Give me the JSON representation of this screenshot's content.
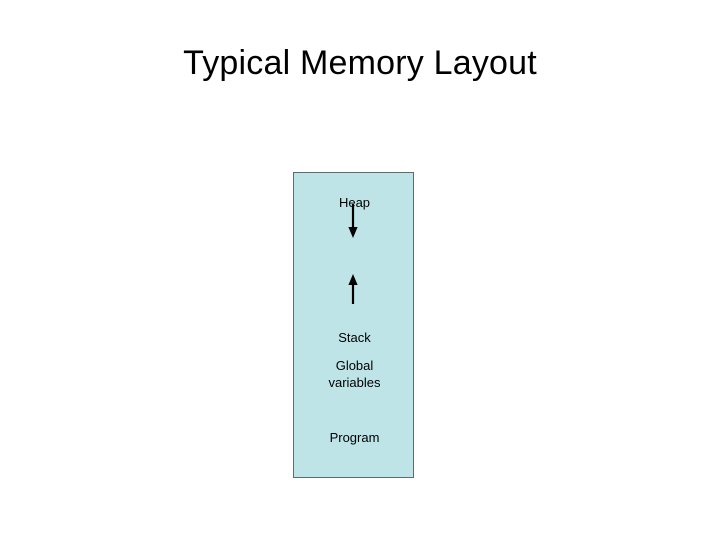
{
  "slide": {
    "title": "Typical Memory Layout",
    "background_color": "#ffffff",
    "title_color": "#000000"
  },
  "diagram": {
    "block_fill_color": "#bee4e8",
    "block_border_color": "#5b6b6e",
    "arrow_color": "#000000",
    "blocks": [
      {
        "label": "Heap",
        "name": "heap"
      },
      {
        "label": "Stack",
        "name": "stack"
      },
      {
        "label": "Global\nvariables",
        "name": "global-variables"
      },
      {
        "label": "Program",
        "name": "program"
      }
    ],
    "global_variables_line1": "Global",
    "global_variables_line2": "variables",
    "arrows": [
      {
        "name": "heap-growth-arrow",
        "direction": "down"
      },
      {
        "name": "stack-growth-arrow",
        "direction": "up"
      }
    ]
  }
}
